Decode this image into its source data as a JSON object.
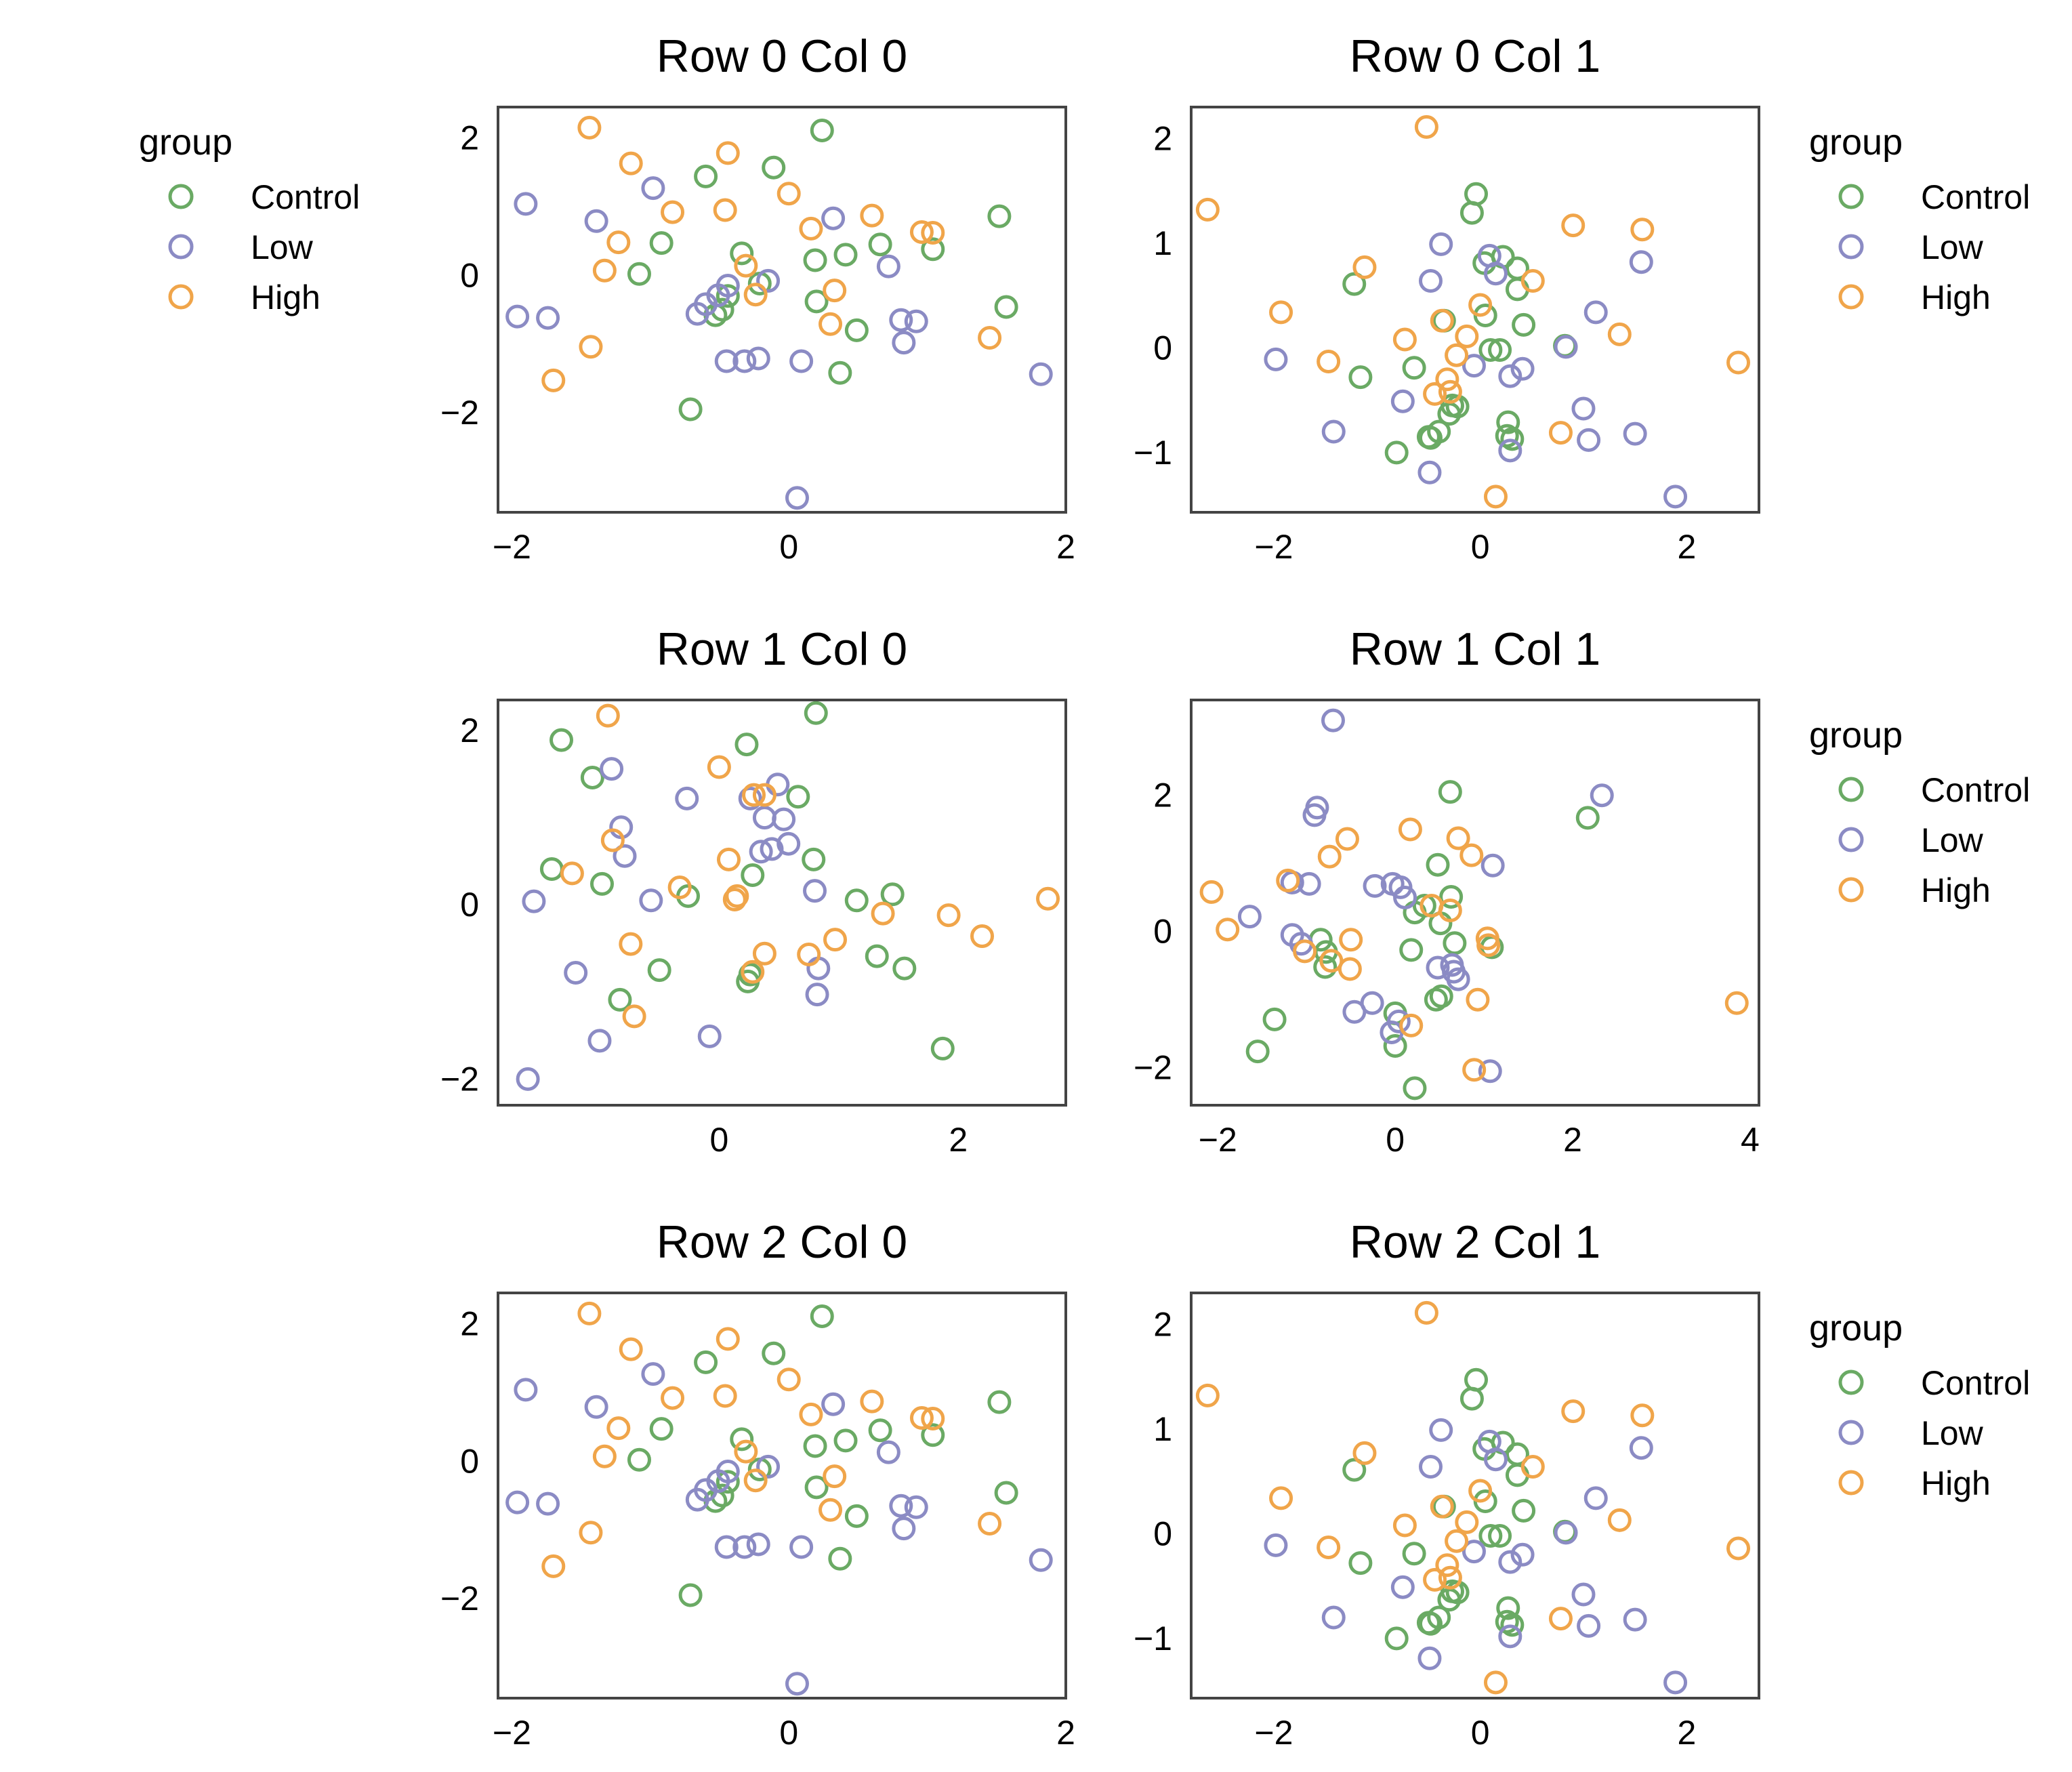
{
  "colors": {
    "Control": "#6aaa64",
    "Low": "#8b8bc4",
    "High": "#f0a54a"
  },
  "legend": {
    "title": "group",
    "entries": [
      "Control",
      "Low",
      "High"
    ]
  },
  "chart_data": [
    {
      "type": "scatter",
      "title": "Row 0 Col 0",
      "xlim": [
        -2.1,
        2.0
      ],
      "ylim": [
        -3.45,
        2.45
      ],
      "xticks": [
        -2,
        0,
        2
      ],
      "xtick_labels": [
        "−2",
        "0",
        "2"
      ],
      "yticks": [
        -2,
        0,
        2
      ],
      "ytick_labels": [
        "−2",
        "0",
        "2"
      ],
      "legend": "left",
      "series": [
        {
          "name": "Control",
          "x": [
            0.24,
            -0.11,
            -0.6,
            1.52,
            -0.92,
            1.04,
            -1.08,
            0.66,
            0.41,
            0.19,
            -0.34,
            -0.21,
            1.57,
            -0.44,
            -0.48,
            0.2,
            0.49,
            0.37,
            -0.53,
            -0.71
          ],
          "y": [
            2.11,
            1.57,
            1.44,
            0.86,
            0.47,
            0.38,
            0.02,
            0.45,
            0.3,
            0.22,
            0.32,
            -0.12,
            -0.46,
            -0.3,
            -0.5,
            -0.38,
            -0.8,
            -1.42,
            -0.58,
            -1.95
          ]
        },
        {
          "name": "Low",
          "x": [
            -1.9,
            -1.39,
            -0.98,
            0.32,
            0.72,
            -0.44,
            -0.15,
            -0.51,
            -0.6,
            -0.66,
            -1.96,
            -1.74,
            0.81,
            0.92,
            0.83,
            -0.45,
            -0.32,
            -0.22,
            0.09,
            1.82,
            0.06
          ],
          "y": [
            1.04,
            0.79,
            1.27,
            0.83,
            0.13,
            -0.15,
            -0.08,
            -0.29,
            -0.42,
            -0.56,
            -0.6,
            -0.62,
            -0.65,
            -0.67,
            -0.98,
            -1.25,
            -1.25,
            -1.21,
            -1.25,
            -1.44,
            -3.24
          ]
        },
        {
          "name": "High",
          "x": [
            -1.44,
            -1.14,
            -0.84,
            -0.44,
            0.0,
            -0.46,
            -1.23,
            0.16,
            0.6,
            0.96,
            1.04,
            -1.33,
            -0.31,
            -0.24,
            0.33,
            0.3,
            -1.43,
            -1.7,
            1.45
          ],
          "y": [
            2.15,
            1.63,
            0.92,
            1.78,
            1.19,
            0.95,
            0.48,
            0.68,
            0.87,
            0.63,
            0.62,
            0.07,
            0.14,
            -0.28,
            -0.22,
            -0.71,
            -1.04,
            -1.53,
            -0.91
          ]
        }
      ]
    },
    {
      "type": "scatter",
      "title": "Row 0 Col 1",
      "xlim": [
        -2.8,
        2.7
      ],
      "ylim": [
        -1.57,
        2.3
      ],
      "xticks": [
        -2,
        0,
        2
      ],
      "xtick_labels": [
        "−2",
        "0",
        "2"
      ],
      "yticks": [
        -1,
        0,
        1,
        2
      ],
      "ytick_labels": [
        "−1",
        "0",
        "1",
        "2"
      ],
      "legend": "right",
      "series": [
        {
          "name": "Control",
          "x": [
            -0.04,
            -0.08,
            0.22,
            0.04,
            0.36,
            -1.22,
            0.36,
            -0.35,
            0.05,
            0.42,
            0.82,
            -1.16,
            -0.64,
            -0.27,
            0.1,
            0.19,
            -0.5,
            -0.3,
            -0.22,
            0.27,
            -0.4,
            0.26,
            0.31,
            -0.81,
            -0.48
          ],
          "y": [
            1.47,
            1.29,
            0.87,
            0.81,
            0.76,
            0.61,
            0.56,
            0.26,
            0.31,
            0.22,
            0.02,
            -0.28,
            -0.19,
            -0.55,
            -0.02,
            -0.02,
            -0.85,
            -0.63,
            -0.56,
            -0.71,
            -0.8,
            -0.84,
            -0.87,
            -1.0,
            -0.86
          ]
        },
        {
          "name": "Low",
          "x": [
            -0.38,
            0.09,
            0.15,
            1.56,
            -0.48,
            1.12,
            -1.98,
            0.41,
            0.29,
            -0.06,
            -0.75,
            0.83,
            1.0,
            -1.42,
            1.5,
            1.05,
            0.29,
            -0.49,
            1.89
          ],
          "y": [
            0.99,
            0.88,
            0.71,
            0.82,
            0.64,
            0.34,
            -0.11,
            -0.2,
            -0.27,
            -0.17,
            -0.51,
            0.01,
            -0.58,
            -0.8,
            -0.82,
            -0.88,
            -0.98,
            -1.19,
            -1.42
          ]
        },
        {
          "name": "High",
          "x": [
            -0.52,
            -2.64,
            0.9,
            1.57,
            -1.12,
            0.51,
            -1.93,
            -0.37,
            1.35,
            -0.73,
            0.0,
            -0.13,
            -0.23,
            -1.47,
            2.5,
            -0.32,
            -0.29,
            -0.44,
            0.78,
            0.15
          ],
          "y": [
            2.11,
            1.32,
            1.17,
            1.13,
            0.77,
            0.64,
            0.34,
            0.26,
            0.13,
            0.08,
            0.41,
            0.11,
            -0.07,
            -0.13,
            -0.14,
            -0.3,
            -0.42,
            -0.44,
            -0.81,
            -1.42
          ]
        }
      ]
    },
    {
      "type": "scatter",
      "title": "Row 1 Col 0",
      "xlim": [
        -1.85,
        2.9
      ],
      "ylim": [
        -2.3,
        2.35
      ],
      "xticks": [
        0,
        2
      ],
      "xtick_labels": [
        "0",
        "2"
      ],
      "yticks": [
        -2,
        0,
        2
      ],
      "ytick_labels": [
        "−2",
        "0",
        "2"
      ],
      "legend": "none",
      "series": [
        {
          "name": "Control",
          "x": [
            0.81,
            -1.32,
            0.23,
            -1.06,
            0.66,
            -1.4,
            -0.98,
            -0.26,
            0.28,
            0.79,
            1.45,
            1.15,
            1.32,
            1.55,
            0.26,
            0.24,
            -0.5,
            -0.83,
            1.87
          ],
          "y": [
            2.2,
            1.89,
            1.84,
            1.46,
            1.24,
            0.41,
            0.24,
            0.1,
            0.34,
            0.52,
            0.12,
            0.05,
            -0.59,
            -0.73,
            -0.8,
            -0.88,
            -0.75,
            -1.09,
            -1.65
          ]
        },
        {
          "name": "Low",
          "x": [
            -0.9,
            -0.82,
            0.49,
            0.26,
            -0.27,
            0.38,
            0.54,
            0.44,
            0.58,
            -0.79,
            0.8,
            -1.55,
            -0.57,
            0.35,
            -1.2,
            0.83,
            0.82,
            -0.08,
            -1.0,
            -1.6
          ],
          "y": [
            1.56,
            0.89,
            1.38,
            1.22,
            1.22,
            1.0,
            0.98,
            0.64,
            0.7,
            0.56,
            0.16,
            0.04,
            0.05,
            0.61,
            -0.78,
            -0.73,
            -1.03,
            -1.51,
            -1.56,
            -2.0
          ]
        },
        {
          "name": "High",
          "x": [
            -0.93,
            0.0,
            -0.89,
            0.38,
            0.29,
            0.08,
            -1.23,
            -0.33,
            0.15,
            0.13,
            1.37,
            1.92,
            -0.74,
            0.97,
            0.75,
            2.2,
            2.75,
            0.38,
            0.28,
            -0.71
          ],
          "y": [
            2.17,
            1.58,
            0.74,
            1.26,
            1.26,
            0.52,
            0.36,
            0.2,
            0.1,
            0.06,
            -0.1,
            -0.12,
            -0.45,
            -0.4,
            -0.57,
            -0.36,
            0.07,
            -0.56,
            -0.77,
            -1.28
          ]
        }
      ]
    },
    {
      "type": "scatter",
      "title": "Row 1 Col 1",
      "xlim": [
        -2.3,
        4.1
      ],
      "ylim": [
        -2.55,
        3.4
      ],
      "xticks": [
        -2,
        0,
        2,
        4
      ],
      "xtick_labels": [
        "−2",
        "0",
        "2",
        "4"
      ],
      "yticks": [
        -2,
        0,
        2
      ],
      "ytick_labels": [
        "−2",
        "0",
        "2"
      ],
      "legend": "right",
      "series": [
        {
          "name": "Control",
          "x": [
            0.62,
            2.17,
            0.48,
            0.63,
            0.33,
            0.22,
            0.51,
            0.67,
            -0.84,
            -0.78,
            1.09,
            0.18,
            -0.79,
            0.52,
            0.46,
            0.0,
            -1.36,
            0.0,
            -1.55,
            0.22
          ],
          "y": [
            2.05,
            1.67,
            0.98,
            0.51,
            0.38,
            0.28,
            0.12,
            -0.17,
            -0.12,
            -0.3,
            -0.23,
            -0.27,
            -0.52,
            -0.95,
            -1.0,
            -1.2,
            -1.29,
            -1.68,
            -1.76,
            -2.3
          ]
        },
        {
          "name": "Low",
          "x": [
            -0.7,
            2.33,
            -0.88,
            -0.91,
            1.1,
            -1.16,
            -0.97,
            -0.03,
            0.06,
            -0.23,
            0.11,
            -1.64,
            -1.16,
            -1.06,
            0.64,
            0.48,
            0.66,
            0.71,
            -0.46,
            -0.26,
            0.04,
            -0.04,
            1.07
          ],
          "y": [
            3.1,
            2.0,
            1.82,
            1.71,
            0.97,
            0.72,
            0.7,
            0.7,
            0.65,
            0.67,
            0.5,
            0.22,
            -0.05,
            -0.18,
            -0.49,
            -0.53,
            -0.59,
            -0.7,
            -1.18,
            -1.05,
            -1.32,
            -1.48,
            -2.05
          ]
        },
        {
          "name": "High",
          "x": [
            0.17,
            0.71,
            -0.54,
            -0.74,
            0.86,
            -1.21,
            -2.07,
            -1.89,
            0.62,
            0.41,
            1.04,
            1.05,
            -1.02,
            -0.5,
            -0.72,
            -0.51,
            0.18,
            0.93,
            0.89,
            3.85
          ],
          "y": [
            1.5,
            1.37,
            1.36,
            1.1,
            1.12,
            0.75,
            0.58,
            0.03,
            0.31,
            0.38,
            -0.1,
            -0.2,
            -0.29,
            -0.12,
            -0.43,
            -0.55,
            -1.38,
            -1.0,
            -2.03,
            -1.05
          ]
        }
      ]
    },
    {
      "type": "scatter",
      "title": "Row 2 Col 0",
      "xlim": [
        -2.1,
        2.0
      ],
      "ylim": [
        -3.45,
        2.45
      ],
      "xticks": [
        -2,
        0,
        2
      ],
      "xtick_labels": [
        "−2",
        "0",
        "2"
      ],
      "yticks": [
        -2,
        0,
        2
      ],
      "ytick_labels": [
        "−2",
        "0",
        "2"
      ],
      "legend": "none",
      "series": [
        {
          "name": "Control",
          "x": [
            0.24,
            -0.11,
            -0.6,
            1.52,
            -0.92,
            1.04,
            -1.08,
            0.66,
            0.41,
            0.19,
            -0.34,
            -0.21,
            1.57,
            -0.44,
            -0.48,
            0.2,
            0.49,
            0.37,
            -0.53,
            -0.71
          ],
          "y": [
            2.11,
            1.57,
            1.44,
            0.86,
            0.47,
            0.38,
            0.02,
            0.45,
            0.3,
            0.22,
            0.32,
            -0.12,
            -0.46,
            -0.3,
            -0.5,
            -0.38,
            -0.8,
            -1.42,
            -0.58,
            -1.95
          ]
        },
        {
          "name": "Low",
          "x": [
            -1.9,
            -1.39,
            -0.98,
            0.32,
            0.72,
            -0.44,
            -0.15,
            -0.51,
            -0.6,
            -0.66,
            -1.96,
            -1.74,
            0.81,
            0.92,
            0.83,
            -0.45,
            -0.32,
            -0.22,
            0.09,
            1.82,
            0.06
          ],
          "y": [
            1.04,
            0.79,
            1.27,
            0.83,
            0.13,
            -0.15,
            -0.08,
            -0.29,
            -0.42,
            -0.56,
            -0.6,
            -0.62,
            -0.65,
            -0.67,
            -0.98,
            -1.25,
            -1.25,
            -1.21,
            -1.25,
            -1.44,
            -3.24
          ]
        },
        {
          "name": "High",
          "x": [
            -1.44,
            -1.14,
            -0.84,
            -0.44,
            0.0,
            -0.46,
            -1.23,
            0.16,
            0.6,
            0.96,
            1.04,
            -1.33,
            -0.31,
            -0.24,
            0.33,
            0.3,
            -1.43,
            -1.7,
            1.45
          ],
          "y": [
            2.15,
            1.63,
            0.92,
            1.78,
            1.19,
            0.95,
            0.48,
            0.68,
            0.87,
            0.63,
            0.62,
            0.07,
            0.14,
            -0.28,
            -0.22,
            -0.71,
            -1.04,
            -1.53,
            -0.91
          ]
        }
      ]
    },
    {
      "type": "scatter",
      "title": "Row 2 Col 1",
      "xlim": [
        -2.8,
        2.7
      ],
      "ylim": [
        -1.57,
        2.3
      ],
      "xticks": [
        -2,
        0,
        2
      ],
      "xtick_labels": [
        "−2",
        "0",
        "2"
      ],
      "yticks": [
        -1,
        0,
        1,
        2
      ],
      "ytick_labels": [
        "−1",
        "0",
        "1",
        "2"
      ],
      "legend": "right",
      "series": [
        {
          "name": "Control",
          "x": [
            -0.04,
            -0.08,
            0.22,
            0.04,
            0.36,
            -1.22,
            0.36,
            -0.35,
            0.05,
            0.42,
            0.82,
            -1.16,
            -0.64,
            -0.27,
            0.1,
            0.19,
            -0.5,
            -0.3,
            -0.22,
            0.27,
            -0.4,
            0.26,
            0.31,
            -0.81,
            -0.48
          ],
          "y": [
            1.47,
            1.29,
            0.87,
            0.81,
            0.76,
            0.61,
            0.56,
            0.26,
            0.31,
            0.22,
            0.02,
            -0.28,
            -0.19,
            -0.55,
            -0.02,
            -0.02,
            -0.85,
            -0.63,
            -0.56,
            -0.71,
            -0.8,
            -0.84,
            -0.87,
            -1.0,
            -0.86
          ]
        },
        {
          "name": "Low",
          "x": [
            -0.38,
            0.09,
            0.15,
            1.56,
            -0.48,
            1.12,
            -1.98,
            0.41,
            0.29,
            -0.06,
            -0.75,
            0.83,
            1.0,
            -1.42,
            1.5,
            1.05,
            0.29,
            -0.49,
            1.89
          ],
          "y": [
            0.99,
            0.88,
            0.71,
            0.82,
            0.64,
            0.34,
            -0.11,
            -0.2,
            -0.27,
            -0.17,
            -0.51,
            0.01,
            -0.58,
            -0.8,
            -0.82,
            -0.88,
            -0.98,
            -1.19,
            -1.42
          ]
        },
        {
          "name": "High",
          "x": [
            -0.52,
            -2.64,
            0.9,
            1.57,
            -1.12,
            0.51,
            -1.93,
            -0.37,
            1.35,
            -0.73,
            0.0,
            -0.13,
            -0.23,
            -1.47,
            2.5,
            -0.32,
            -0.29,
            -0.44,
            0.78,
            0.15
          ],
          "y": [
            2.11,
            1.32,
            1.17,
            1.13,
            0.77,
            0.64,
            0.34,
            0.26,
            0.13,
            0.08,
            0.41,
            0.11,
            -0.07,
            -0.13,
            -0.14,
            -0.3,
            -0.42,
            -0.44,
            -0.81,
            -1.42
          ]
        }
      ]
    }
  ]
}
